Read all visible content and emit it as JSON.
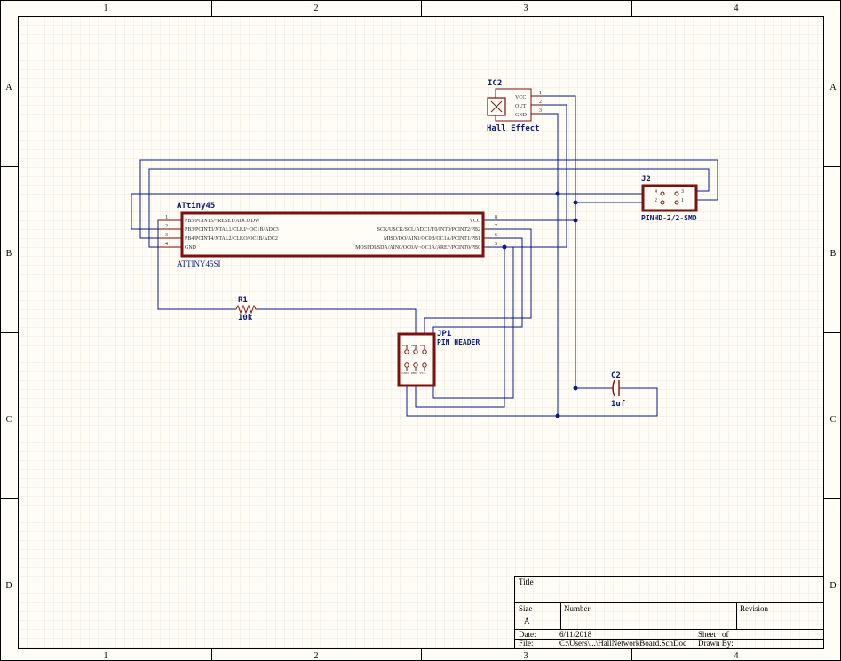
{
  "frame": {
    "columns": [
      "1",
      "2",
      "3",
      "4"
    ],
    "rows": [
      "A",
      "B",
      "C",
      "D"
    ]
  },
  "colors": {
    "paper": "#fffdf6",
    "grid": "#ece7d6",
    "border": "#000000",
    "wire": "#0a1a8a",
    "component": "#7a1010",
    "designator": "#0a1a7a",
    "pin_text": "#2a2a2a"
  },
  "components": {
    "ic2": {
      "designator": "IC2",
      "value": "Hall Effect",
      "pins": [
        {
          "number": "1",
          "name": "VCC"
        },
        {
          "number": "2",
          "name": "OUT"
        },
        {
          "number": "3",
          "name": "GND"
        }
      ]
    },
    "u1": {
      "designator": "ATtiny45",
      "value": "ATTINY45SI",
      "left_pins": [
        {
          "number": "1",
          "name": "PB5/PCINT5/~RESET/ADC0/DW"
        },
        {
          "number": "2",
          "name": "PB3/PCINT3/XTAL1/CLKI/~OC1B/ADC3"
        },
        {
          "number": "3",
          "name": "PB4/PCINT4/XTAL2/CLKO/OC1B/ADC2"
        },
        {
          "number": "4",
          "name": "GND"
        }
      ],
      "right_pins": [
        {
          "number": "8",
          "name": "VCC"
        },
        {
          "number": "7",
          "name": "SCK/USCK/SCL/ADC1/T0/INT0/PCINT2/PB2"
        },
        {
          "number": "6",
          "name": "MISO/DO/AIN1/OC0B/OC1A/PCINT1/PB1"
        },
        {
          "number": "5",
          "name": "MOSI/DI/SDA/AIN0/OC0A/~OC1A/AREF/PCINT0/PB0"
        }
      ]
    },
    "j2": {
      "designator": "J2",
      "value": "PINHD-2/2-SMD",
      "pins": [
        "4",
        "3",
        "2",
        "1"
      ]
    },
    "r1": {
      "designator": "R1",
      "value": "10k"
    },
    "jp1": {
      "designator": "JP1",
      "value": "PIN HEADER",
      "top_pins": [
        "RST",
        "PB2",
        "PB1"
      ],
      "bottom_pins": [
        "GND",
        "PB0",
        "VCC"
      ]
    },
    "c2": {
      "designator": "C2",
      "value": "1uf"
    }
  },
  "title_block": {
    "title_label": "Title",
    "size_label": "Size",
    "size_value": "A",
    "number_label": "Number",
    "revision_label": "Revision",
    "date_label": "Date:",
    "date_value": "6/11/2018",
    "file_label": "File:",
    "file_value": "C:\\Users\\...\\HallNetworkBoard.SchDoc",
    "sheet_label": "Sheet",
    "of_label": "of",
    "drawn_by_label": "Drawn By:"
  }
}
